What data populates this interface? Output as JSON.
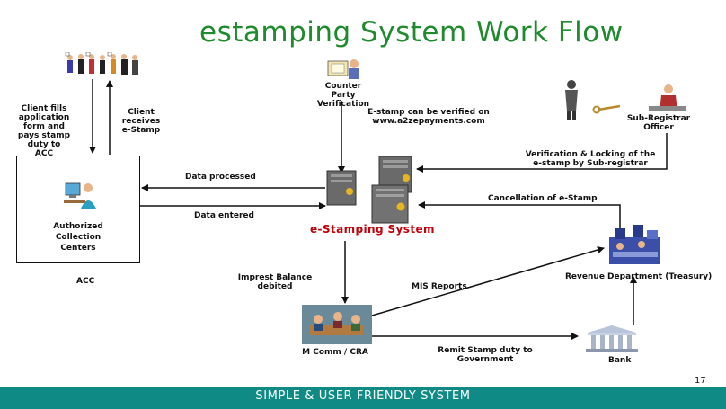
{
  "title": "estamping System Work Flow",
  "acc": {
    "box_label": "Authorized\nCollection\nCenters",
    "caption": "ACC"
  },
  "labels": {
    "client_fills": "Client fills\napplication\nform and\npays stamp\nduty  to\nACC",
    "client_receives": "Client\nreceives\ne-Stamp",
    "counter_party": "Counter Party\nVerification",
    "estamp_verified": "E-stamp can be verified on\nwww.a2zepayments.com",
    "sub_registrar": "Sub-Registrar\nOfficer",
    "verification_locking": "Verification & Locking of the\ne-stamp by Sub-registrar",
    "data_processed": "Data processed",
    "data_entered": "Data entered",
    "estamping_system": "e-Stamping System",
    "cancellation": "Cancellation of e-Stamp",
    "revenue_department": "Revenue Department (Treasury)",
    "imprest_balance": "Imprest Balance\ndebited",
    "mis_reports": "MIS Reports",
    "mcomm_cra": "M Comm / CRA",
    "remit_stamp": "Remit Stamp duty to\nGovernment",
    "bank": "Bank"
  },
  "footer": "SIMPLE & USER FRIENDLY SYSTEM",
  "page_number": "17",
  "colors": {
    "title": "#1f8a2e",
    "system_label": "#c0000a",
    "footer_bg": "#0f8a84",
    "server": "#6a6a6a"
  }
}
